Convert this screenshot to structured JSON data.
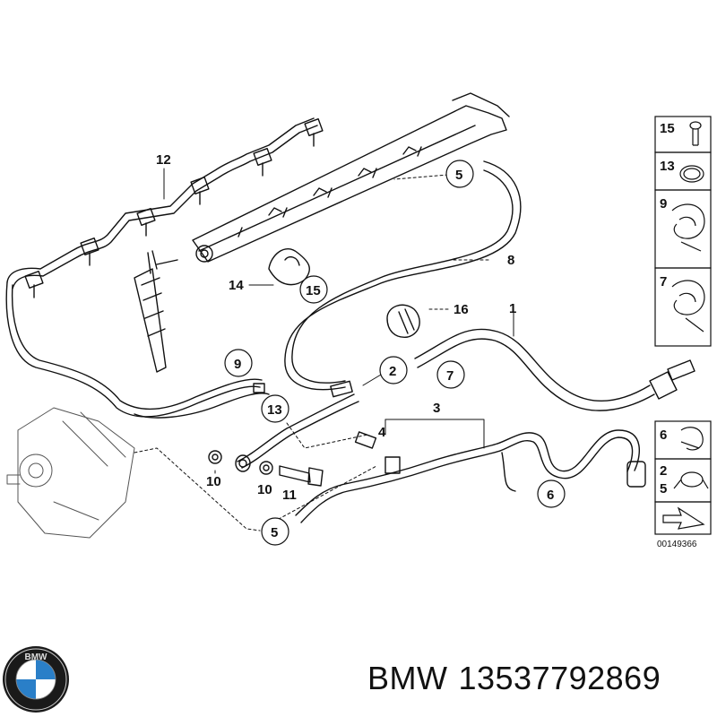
{
  "diagram": {
    "callouts": {
      "c12": "12",
      "c14": "14",
      "c15": "15",
      "c5_top": "5",
      "c8": "8",
      "c16": "16",
      "c1": "1",
      "c9": "9",
      "c2": "2",
      "c7": "7",
      "c13": "13",
      "c3": "3",
      "c4": "4",
      "c10a": "10",
      "c10b": "10",
      "c11": "11",
      "c5_bottom": "5",
      "c6": "6"
    },
    "side_panel": {
      "box1": "15",
      "box2": "13",
      "box3": "9",
      "box4": "7",
      "box5": "6",
      "box6_a": "2",
      "box6_b": "5"
    },
    "drawing_code": "00149366"
  },
  "footer": {
    "brand": "BMW",
    "part_number": "13537792869"
  },
  "colors": {
    "line": "#111111",
    "logo_blue": "#2a7fc8",
    "logo_ring": "#1a1a1a"
  },
  "icons": [
    "bmw-logo",
    "arrow-icon"
  ]
}
